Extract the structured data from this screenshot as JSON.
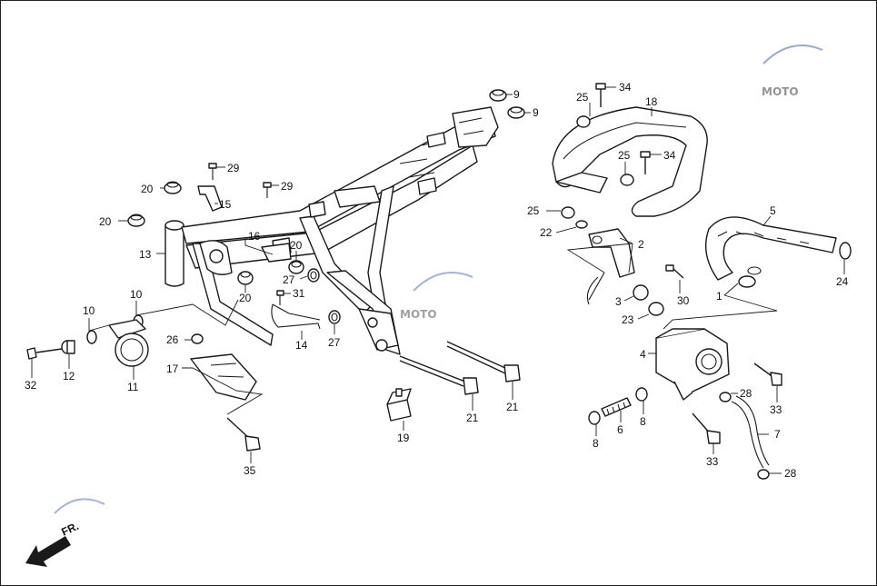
{
  "callouts": [
    {
      "id": "c9a",
      "label": "9"
    },
    {
      "id": "c9b",
      "label": "9"
    },
    {
      "id": "c25a",
      "label": "25"
    },
    {
      "id": "c34a",
      "label": "34"
    },
    {
      "id": "c18",
      "label": "18"
    },
    {
      "id": "c25b",
      "label": "25"
    },
    {
      "id": "c34b",
      "label": "34"
    },
    {
      "id": "c29a",
      "label": "29"
    },
    {
      "id": "c20a",
      "label": "20"
    },
    {
      "id": "c15",
      "label": "15"
    },
    {
      "id": "c29b",
      "label": "29"
    },
    {
      "id": "c20b",
      "label": "20"
    },
    {
      "id": "c13",
      "label": "13"
    },
    {
      "id": "c16",
      "label": "16"
    },
    {
      "id": "c20c",
      "label": "20"
    },
    {
      "id": "c27a",
      "label": "27"
    },
    {
      "id": "c20d",
      "label": "20"
    },
    {
      "id": "c31",
      "label": "31"
    },
    {
      "id": "c10a",
      "label": "10"
    },
    {
      "id": "c10b",
      "label": "10"
    },
    {
      "id": "c26",
      "label": "26"
    },
    {
      "id": "c14",
      "label": "14"
    },
    {
      "id": "c27b",
      "label": "27"
    },
    {
      "id": "c32",
      "label": "32"
    },
    {
      "id": "c12",
      "label": "12"
    },
    {
      "id": "c11",
      "label": "11"
    },
    {
      "id": "c17",
      "label": "17"
    },
    {
      "id": "c35",
      "label": "35"
    },
    {
      "id": "c19",
      "label": "19"
    },
    {
      "id": "c21a",
      "label": "21"
    },
    {
      "id": "c21b",
      "label": "21"
    },
    {
      "id": "c25c",
      "label": "25"
    },
    {
      "id": "c22",
      "label": "22"
    },
    {
      "id": "c2",
      "label": "2"
    },
    {
      "id": "c30",
      "label": "30"
    },
    {
      "id": "c3",
      "label": "3"
    },
    {
      "id": "c23",
      "label": "23"
    },
    {
      "id": "c1",
      "label": "1"
    },
    {
      "id": "c5",
      "label": "5"
    },
    {
      "id": "c24",
      "label": "24"
    },
    {
      "id": "c4",
      "label": "4"
    },
    {
      "id": "c8a",
      "label": "8"
    },
    {
      "id": "c6",
      "label": "6"
    },
    {
      "id": "c8b",
      "label": "8"
    },
    {
      "id": "c28a",
      "label": "28"
    },
    {
      "id": "c33a",
      "label": "33"
    },
    {
      "id": "c7",
      "label": "7"
    },
    {
      "id": "c33b",
      "label": "33"
    },
    {
      "id": "c28b",
      "label": "28"
    }
  ],
  "direction_label": "FR.",
  "watermark_text": "MOTO",
  "colors": {
    "line": "#1a1a1a",
    "watermark_blue": "#1f3f8f",
    "watermark_red": "#c62828"
  }
}
